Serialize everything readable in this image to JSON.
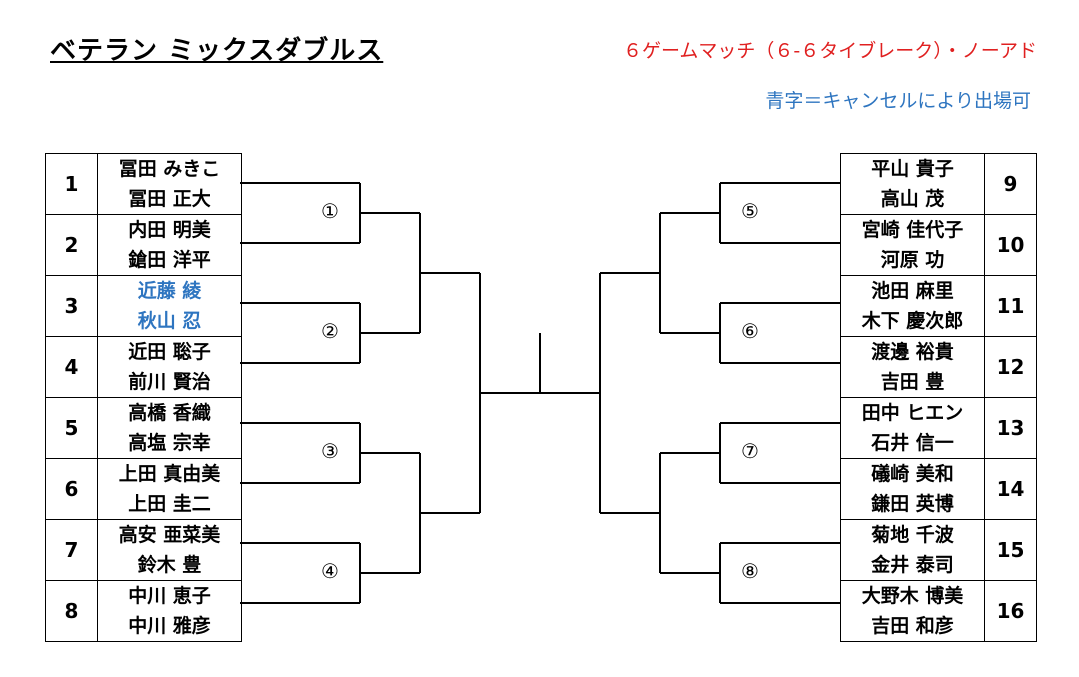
{
  "title": "ベテラン ミックスダブルス",
  "rule": "６ゲームマッチ（６-６タイブレーク）・ノーアド",
  "note": "青字＝キャンセルにより出場可",
  "colors": {
    "rule": "#e02020",
    "note": "#2e75c0",
    "cancel_replacement": "#2e75c0"
  },
  "left_teams": [
    {
      "seed": "1",
      "p1": "冨田 みきこ",
      "p2": "冨田 正大",
      "blue": false
    },
    {
      "seed": "2",
      "p1": "内田 明美",
      "p2": "鎗田 洋平",
      "blue": false
    },
    {
      "seed": "3",
      "p1": "近藤 綾",
      "p2": "秋山 忍",
      "blue": true
    },
    {
      "seed": "4",
      "p1": "近田 聡子",
      "p2": "前川 賢治",
      "blue": false
    },
    {
      "seed": "5",
      "p1": "高橋 香織",
      "p2": "高塩 宗幸",
      "blue": false
    },
    {
      "seed": "6",
      "p1": "上田 真由美",
      "p2": "上田 圭二",
      "blue": false
    },
    {
      "seed": "7",
      "p1": "高安 亜菜美",
      "p2": "鈴木 豊",
      "blue": false
    },
    {
      "seed": "8",
      "p1": "中川 恵子",
      "p2": "中川 雅彦",
      "blue": false
    }
  ],
  "right_teams": [
    {
      "seed": "9",
      "p1": "平山 貴子",
      "p2": "高山 茂",
      "blue": false
    },
    {
      "seed": "10",
      "p1": "宮崎 佳代子",
      "p2": "河原 功",
      "blue": false
    },
    {
      "seed": "11",
      "p1": "池田 麻里",
      "p2": "木下 慶次郎",
      "blue": false
    },
    {
      "seed": "12",
      "p1": "渡邊 裕貴",
      "p2": "吉田 豊",
      "blue": false
    },
    {
      "seed": "13",
      "p1": "田中 ヒエン",
      "p2": "石井 信一",
      "blue": false
    },
    {
      "seed": "14",
      "p1": "礒崎 美和",
      "p2": "鎌田 英博",
      "blue": false
    },
    {
      "seed": "15",
      "p1": "菊地 千波",
      "p2": "金井 泰司",
      "blue": false
    },
    {
      "seed": "16",
      "p1": "大野木 博美",
      "p2": "吉田 和彦",
      "blue": false
    }
  ],
  "matches": [
    "①",
    "②",
    "③",
    "④",
    "⑤",
    "⑥",
    "⑦",
    "⑧"
  ]
}
